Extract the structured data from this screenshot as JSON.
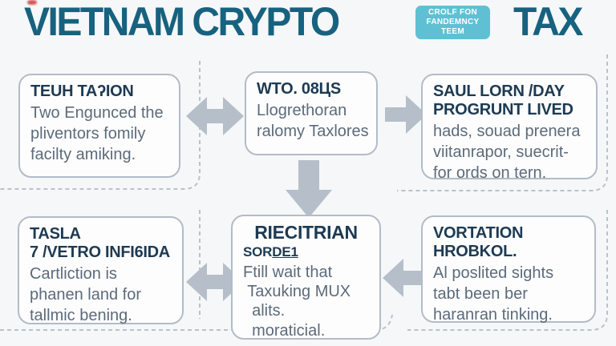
{
  "title": {
    "main": "VIETNAM CRYPTO",
    "suffix": "TAX",
    "badge": {
      "line1": "CROLF FON",
      "line2": "FANDEMNCY",
      "line3": "TEEM"
    }
  },
  "colors": {
    "title_text": "#16627f",
    "badge_bg": "#5fc0d4",
    "badge_text": "#ffffff",
    "box_border": "#b2bcc8",
    "box_bg": "#fdfdfe",
    "heading_text": "#1d3a52",
    "body_text": "#5c6b7a",
    "arrow": "#b6bfc9",
    "dashed_line": "#b9c2cc",
    "canvas_bg": "#f6f7f8"
  },
  "boxes": [
    {
      "name": "top-left",
      "heading": "TEUH TAʔION",
      "body": "Two Engunced the\npliventors fomily\nfacilty amiking."
    },
    {
      "name": "top-middle",
      "heading": "WTO. 08ЦS",
      "body": "Llogrethoran\nralomy Taxlores"
    },
    {
      "name": "top-right",
      "heading": "SAUL LORN /DAY\nPROGRUNT LIVED",
      "body": "hads, souad prenera\nviitanrapor, suecrit-\nfor ords on tern."
    },
    {
      "name": "bottom-left",
      "heading": "TASLA\n7 /VETRO INFI6IDA",
      "body": "Cartliction is\nphanen land for\ntallmic bening."
    },
    {
      "name": "bottom-middle",
      "heading": "RIECITRIAN",
      "subheading_prefix": "SOR",
      "subheading_underlined": "DE1",
      "body": "Ftill wait that\n Taxuking MUX\n  alits.\n  moraticial."
    },
    {
      "name": "bottom-right",
      "heading": "VORTATION\nHROBKOL.",
      "body": "Al poslited sights\ntabt been ber\nharanran tinking."
    }
  ],
  "icons": [
    "double-arrow-horizontal-top",
    "arrow-right",
    "arrow-down",
    "double-arrow-horizontal-bottom",
    "arrow-left"
  ]
}
